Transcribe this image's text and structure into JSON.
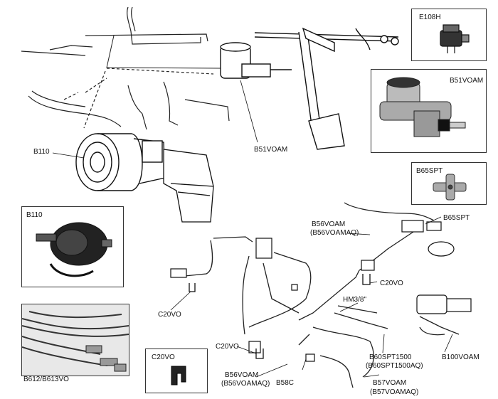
{
  "labels": {
    "b110_main": "B110",
    "b51voam_main": "B51VOAM",
    "b56voam_top": "B56VOAM",
    "b56voam_top_alt": "(B56VOAMAQ)",
    "b65spt_main": "B65SPT",
    "c20vo_right": "C20VO",
    "c20vo_left": "C20VO",
    "c20vo_lower": "C20VO",
    "hm38": "HM3/8\"",
    "b60spt": "B60SPT1500",
    "b60spt_alt": "(B60SPT1500AQ)",
    "b100voam": "B100VOAM",
    "b56voam_bottom": "B56VOAM",
    "b56voam_bottom_alt": "(B56VOAMAQ)",
    "b58c": "B58C",
    "b57voam": "B57VOAM",
    "b57voam_alt": "(B57VOAMAQ)"
  },
  "insets": {
    "e108h": "E108H",
    "b51voam": "B51VOAM",
    "b65spt": "B65SPT",
    "b110": "B110",
    "b612": "B612/B613VO",
    "c20vo": "C20VO"
  }
}
